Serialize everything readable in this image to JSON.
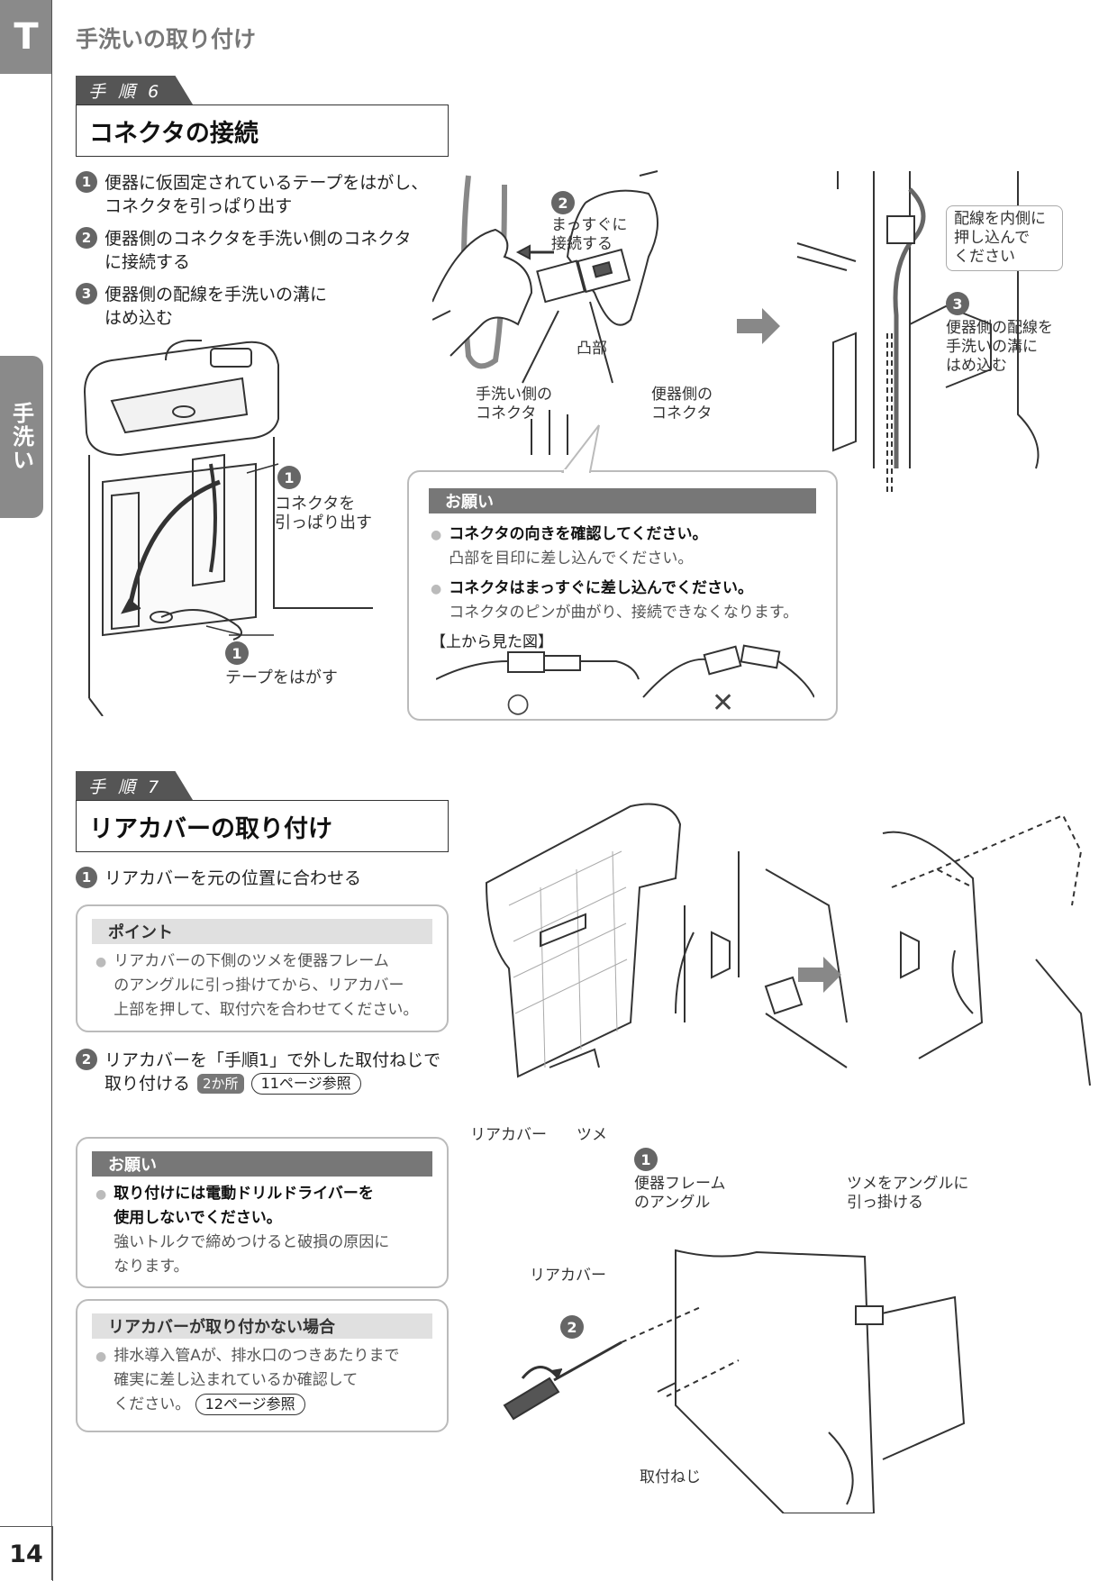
{
  "header": {
    "section_tab": "T",
    "title": "手洗いの取り付け",
    "side_tab": "手洗い"
  },
  "step6": {
    "tag": "手 順 6",
    "title": "コネクタの接続",
    "instructions": [
      {
        "num": "1",
        "text": "便器に仮固定されているテープをはがし、\nコネクタを引っぱり出す"
      },
      {
        "num": "2",
        "text": "便器側のコネクタを手洗い側のコネクタ\nに接続する"
      },
      {
        "num": "3",
        "text": "便器側の配線を手洗いの溝に\nはめ込む"
      }
    ],
    "fig_left": {
      "label1_num": "1",
      "label1": "コネクタを\n引っぱり出す",
      "label2_num": "1",
      "label2": "テープをはがす"
    },
    "fig_mid": {
      "step_num": "2",
      "step_text": "まっすぐに\n接続する",
      "boss": "凸部",
      "left_conn": "手洗い側の\nコネクタ",
      "right_conn": "便器側の\nコネクタ"
    },
    "fig_right": {
      "note": "配線を内側に\n押し込んで\nください",
      "step_num": "3",
      "step_text": "便器側の配線を\n手洗いの溝に\nはめ込む"
    },
    "request": {
      "title": "お願い",
      "items": [
        {
          "bold": "コネクタの向きを確認してください。",
          "normal": "凸部を目印に差し込んでください。"
        },
        {
          "bold": "コネクタはまっすぐに差し込んでください。",
          "normal": "コネクタのピンが曲がり、接続できなくなります。"
        }
      ],
      "top_view": "【上から見た図】",
      "ok_mark": "○",
      "ng_mark": "✕"
    }
  },
  "step7": {
    "tag": "手 順 7",
    "title": "リアカバーの取り付け",
    "instr1_num": "1",
    "instr1": "リアカバーを元の位置に合わせる",
    "point": {
      "title": "ポイント",
      "text": "リアカバーの下側のツメを便器フレーム\nのアングルに引っ掛けてから、リアカバー\n上部を押して、取付穴を合わせてください。"
    },
    "instr2_num": "2",
    "instr2_line1": "リアカバーを「手順1」で外した取付ねじで",
    "instr2_line2": "取り付ける",
    "instr2_badge": "2か所",
    "instr2_ref": "11ページ参照",
    "request": {
      "title": "お願い",
      "bold": "取り付けには電動ドリルドライバーを\n使用しないでください。",
      "normal": "強いトルクで締めつけると破損の原因に\nなります。"
    },
    "trouble": {
      "title": "リアカバーが取り付かない場合",
      "text": "排水導入管Aが、排水口のつきあたりまで\n確実に差し込まれているか確認して\nください。",
      "ref": "12ページ参照"
    },
    "fig_top": {
      "rear_cover": "リアカバー",
      "claw": "ツメ",
      "step_num": "1",
      "frame_angle": "便器フレーム\nのアングル",
      "hook": "ツメをアングルに\n引っ掛ける"
    },
    "fig_bottom": {
      "rear_cover": "リアカバー",
      "step_num": "2",
      "screw": "取付ねじ"
    }
  },
  "footer": {
    "page_number": "14"
  }
}
